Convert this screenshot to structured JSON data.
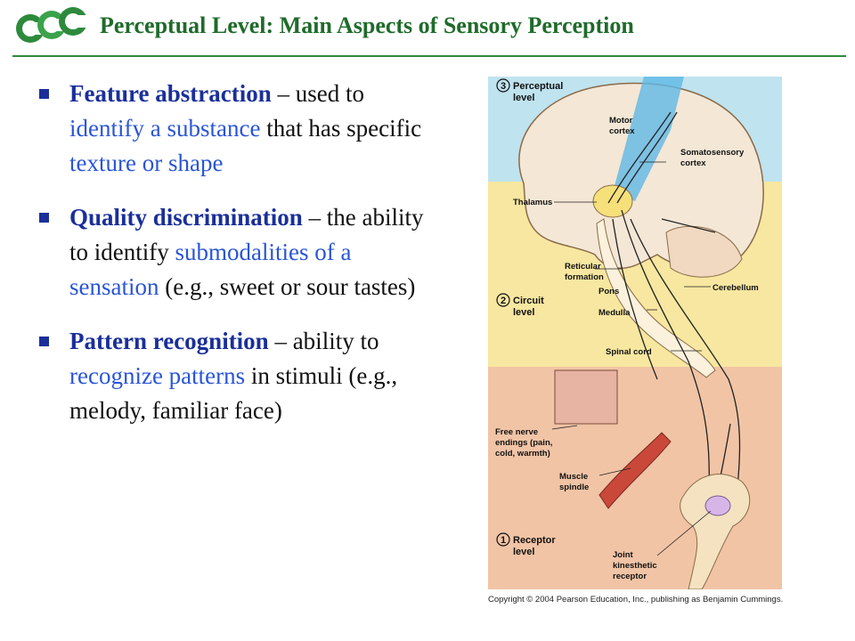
{
  "header": {
    "title": "Perceptual Level: Main Aspects of Sensory Perception",
    "logo_text": "CCC"
  },
  "bullets": [
    {
      "head": "Feature abstraction",
      "sep": " – ",
      "segments": [
        {
          "text": "used to ",
          "color": "black"
        },
        {
          "text": "identify a substance",
          "color": "blue"
        },
        {
          "text": " that has specific ",
          "color": "black"
        },
        {
          "text": "texture or shape",
          "color": "blue"
        }
      ]
    },
    {
      "head": "Quality discrimination",
      "sep": "  – ",
      "segments": [
        {
          "text": "the ability to identify ",
          "color": "black"
        },
        {
          "text": "submodalities of a sensation",
          "color": "blue"
        },
        {
          "text": " (e.g., sweet  or sour tastes)",
          "color": "black"
        }
      ]
    },
    {
      "head": "Pattern recognition",
      "sep": " – ",
      "segments": [
        {
          "text": "ability to ",
          "color": "black"
        },
        {
          "text": "recognize patterns",
          "color": "blue"
        },
        {
          "text": " in stimuli (e.g., melody, familiar face)",
          "color": "black"
        }
      ]
    }
  ],
  "figure": {
    "levels": [
      {
        "num": "3",
        "line1": "Perceptual",
        "line2": "level"
      },
      {
        "num": "2",
        "line1": "Circuit",
        "line2": "level"
      },
      {
        "num": "1",
        "line1": "Receptor",
        "line2": "level"
      }
    ],
    "labels": {
      "motor_cortex_1": "Motor",
      "motor_cortex_2": "cortex",
      "somatosensory_1": "Somatosensory",
      "somatosensory_2": "cortex",
      "thalamus": "Thalamus",
      "reticular_1": "Reticular",
      "reticular_2": "formation",
      "pons": "Pons",
      "cerebellum": "Cerebellum",
      "medulla": "Medulla",
      "spinal_cord": "Spinal cord",
      "free_nerve_1": "Free nerve",
      "free_nerve_2": "endings (pain,",
      "free_nerve_3": "cold, warmth)",
      "muscle_1": "Muscle",
      "muscle_2": "spindle",
      "joint_1": "Joint",
      "joint_2": "kinesthetic",
      "joint_3": "receptor"
    },
    "copyright": "Copyright © 2004 Pearson Education, Inc., publishing as Benjamin Cummings."
  },
  "colors": {
    "title_green": "#1f6b2a",
    "bullet_blue": "#1a2f9a",
    "highlight_blue": "#2a55d6",
    "band_top": "#bfe3ef",
    "band_mid": "#f7e7a0",
    "band_bottom": "#f1c4a6"
  }
}
